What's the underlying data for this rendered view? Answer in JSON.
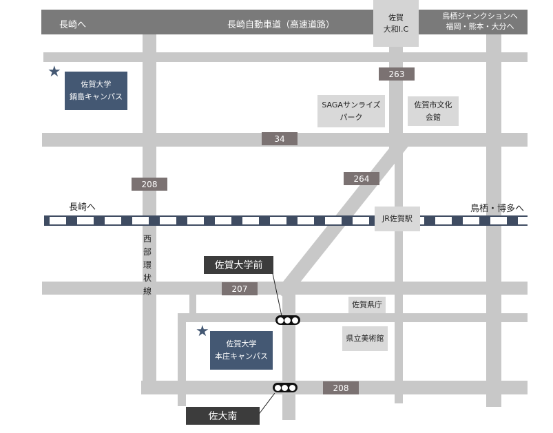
{
  "highway": {
    "west_label": "長崎へ",
    "name": "長崎自動車道（高速道路）",
    "east_label_line1": "鳥栖ジャンクションへ",
    "east_label_line2": "福岡・熊本・大分へ"
  },
  "interchange": {
    "line1": "佐賀",
    "line2": "大和I.C"
  },
  "routes": {
    "r263": "263",
    "r34": "34",
    "r208_north": "208",
    "r264": "264",
    "r207": "207",
    "r208_south": "208"
  },
  "railway": {
    "west_label": "長崎へ",
    "east_label": "鳥栖・博多へ",
    "station": "JR佐賀駅"
  },
  "pois": {
    "saga_sunrise_line1": "SAGAサンライズ",
    "saga_sunrise_line2": "パーク",
    "culture_hall_line1": "佐賀市文化",
    "culture_hall_line2": "会館",
    "prefectural_office": "佐賀県庁",
    "art_museum": "県立美術館"
  },
  "campuses": {
    "nabeshima_line1": "佐賀大学",
    "nabeshima_line2": "鍋島キャンパス",
    "honjo_line1": "佐賀大学",
    "honjo_line2": "本庄キャンパス"
  },
  "ring_road": [
    "西",
    "部",
    "環",
    "状",
    "線"
  ],
  "bus_stops": {
    "saga_univ_mae": "佐賀大学前",
    "sadai_minami": "佐大南"
  },
  "colors": {
    "road": "#c8c8c8",
    "highway": "#7a7a7a",
    "campus": "#445873",
    "route_badge": "#7b7272",
    "rail": "#3f4c62"
  }
}
